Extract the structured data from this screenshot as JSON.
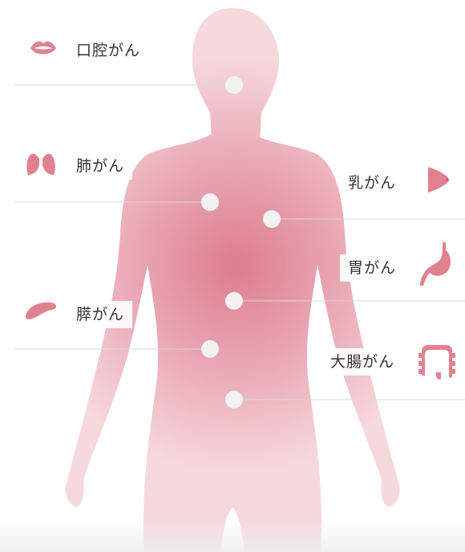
{
  "labels": {
    "oral": "口腔がん",
    "lung": "肺がん",
    "pancreas": "膵がん",
    "breast": "乳がん",
    "stomach": "胃がん",
    "colon": "大腸がん"
  },
  "colors": {
    "body_light": "#f6d9dd",
    "body_center": "#dc7d8e",
    "icon": "#e1818f",
    "dot": "#f2f2f2",
    "line": "#d9d9d9",
    "text": "#333333"
  },
  "icons": {
    "oral": "lips-icon",
    "lung": "lungs-icon",
    "pancreas": "pancreas-icon",
    "breast": "breast-icon",
    "stomach": "stomach-icon",
    "colon": "colon-icon"
  }
}
